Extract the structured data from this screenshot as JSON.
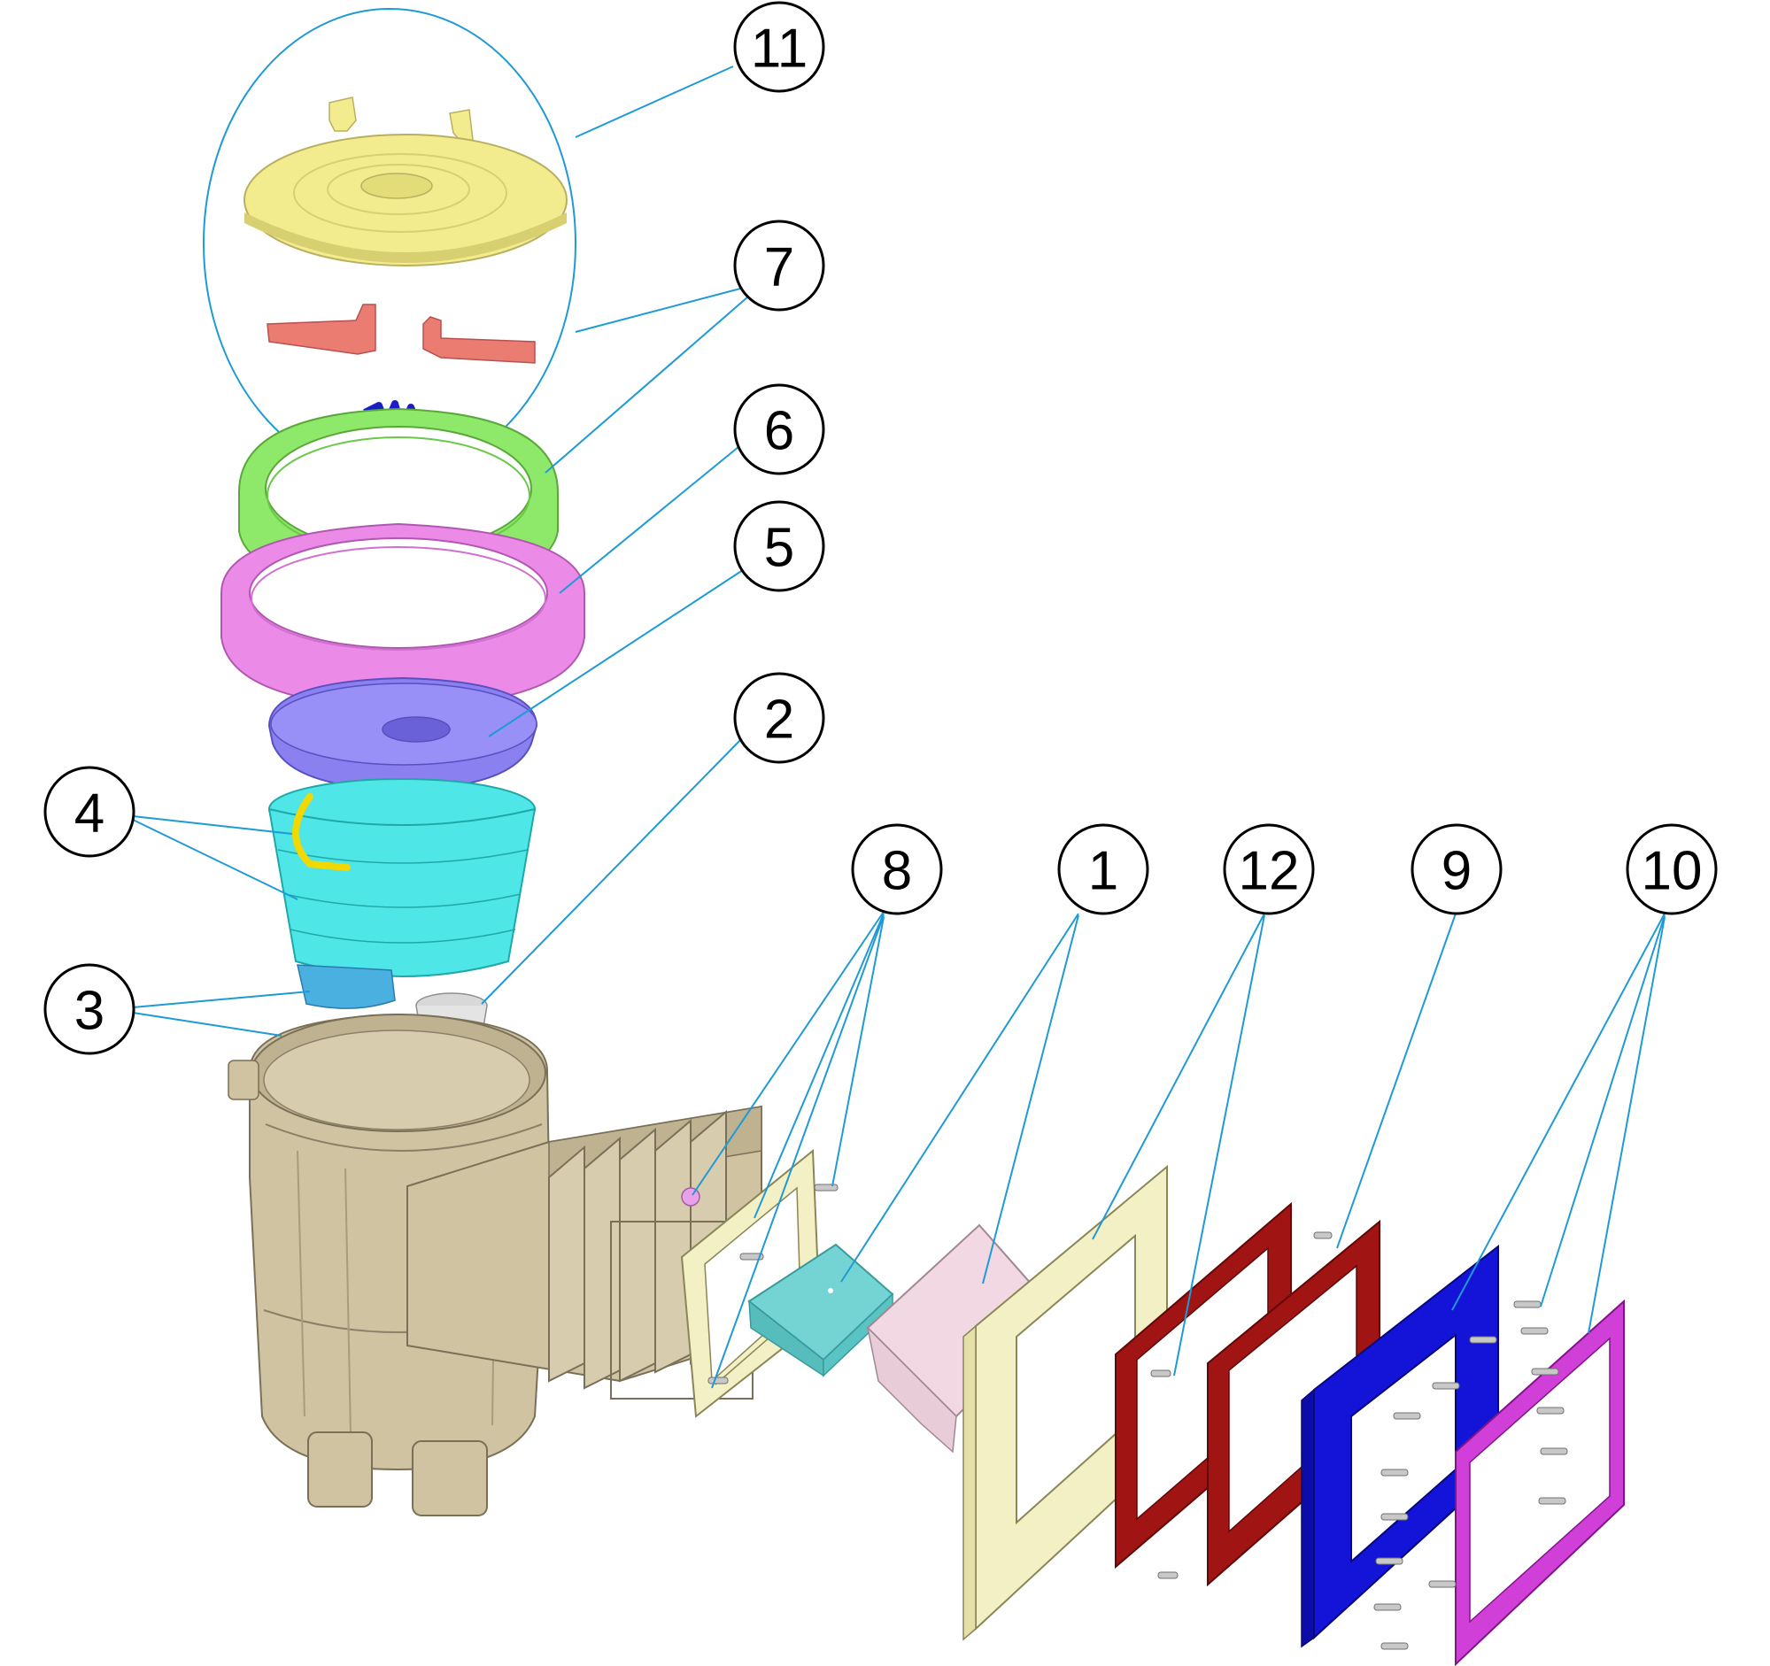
{
  "colors": {
    "leader": "#1f9ad6",
    "body": "#cfc3a2",
    "body_dark": "#a89c7c",
    "lid": "#f2ec8e",
    "lock_tabs": "#ea7c72",
    "spring": "#1a1fc4",
    "collar": "#8ee86a",
    "ring": "#ec8ae8",
    "plate": "#8a80f0",
    "basket": "#4ee6e6",
    "basket_handle": "#f0d800",
    "oring": "#e87070",
    "insert": "#d8d8d8",
    "weir": "#74d4d4",
    "weir_flap": "#f2d8e2",
    "front_frame": "#f2f0c4",
    "gasket": "#a01414",
    "face_plate": "#1414d8",
    "cover_frame": "#d040d8",
    "screw": "#c8c8c8"
  },
  "icons": [
    "screw-icon"
  ],
  "callouts": [
    {
      "id": "11",
      "label": "11"
    },
    {
      "id": "7",
      "label": "7"
    },
    {
      "id": "6",
      "label": "6"
    },
    {
      "id": "5",
      "label": "5"
    },
    {
      "id": "2",
      "label": "2"
    },
    {
      "id": "4",
      "label": "4"
    },
    {
      "id": "3",
      "label": "3"
    },
    {
      "id": "8",
      "label": "8"
    },
    {
      "id": "1",
      "label": "1"
    },
    {
      "id": "12",
      "label": "12"
    },
    {
      "id": "9",
      "label": "9"
    },
    {
      "id": "10",
      "label": "10"
    }
  ]
}
